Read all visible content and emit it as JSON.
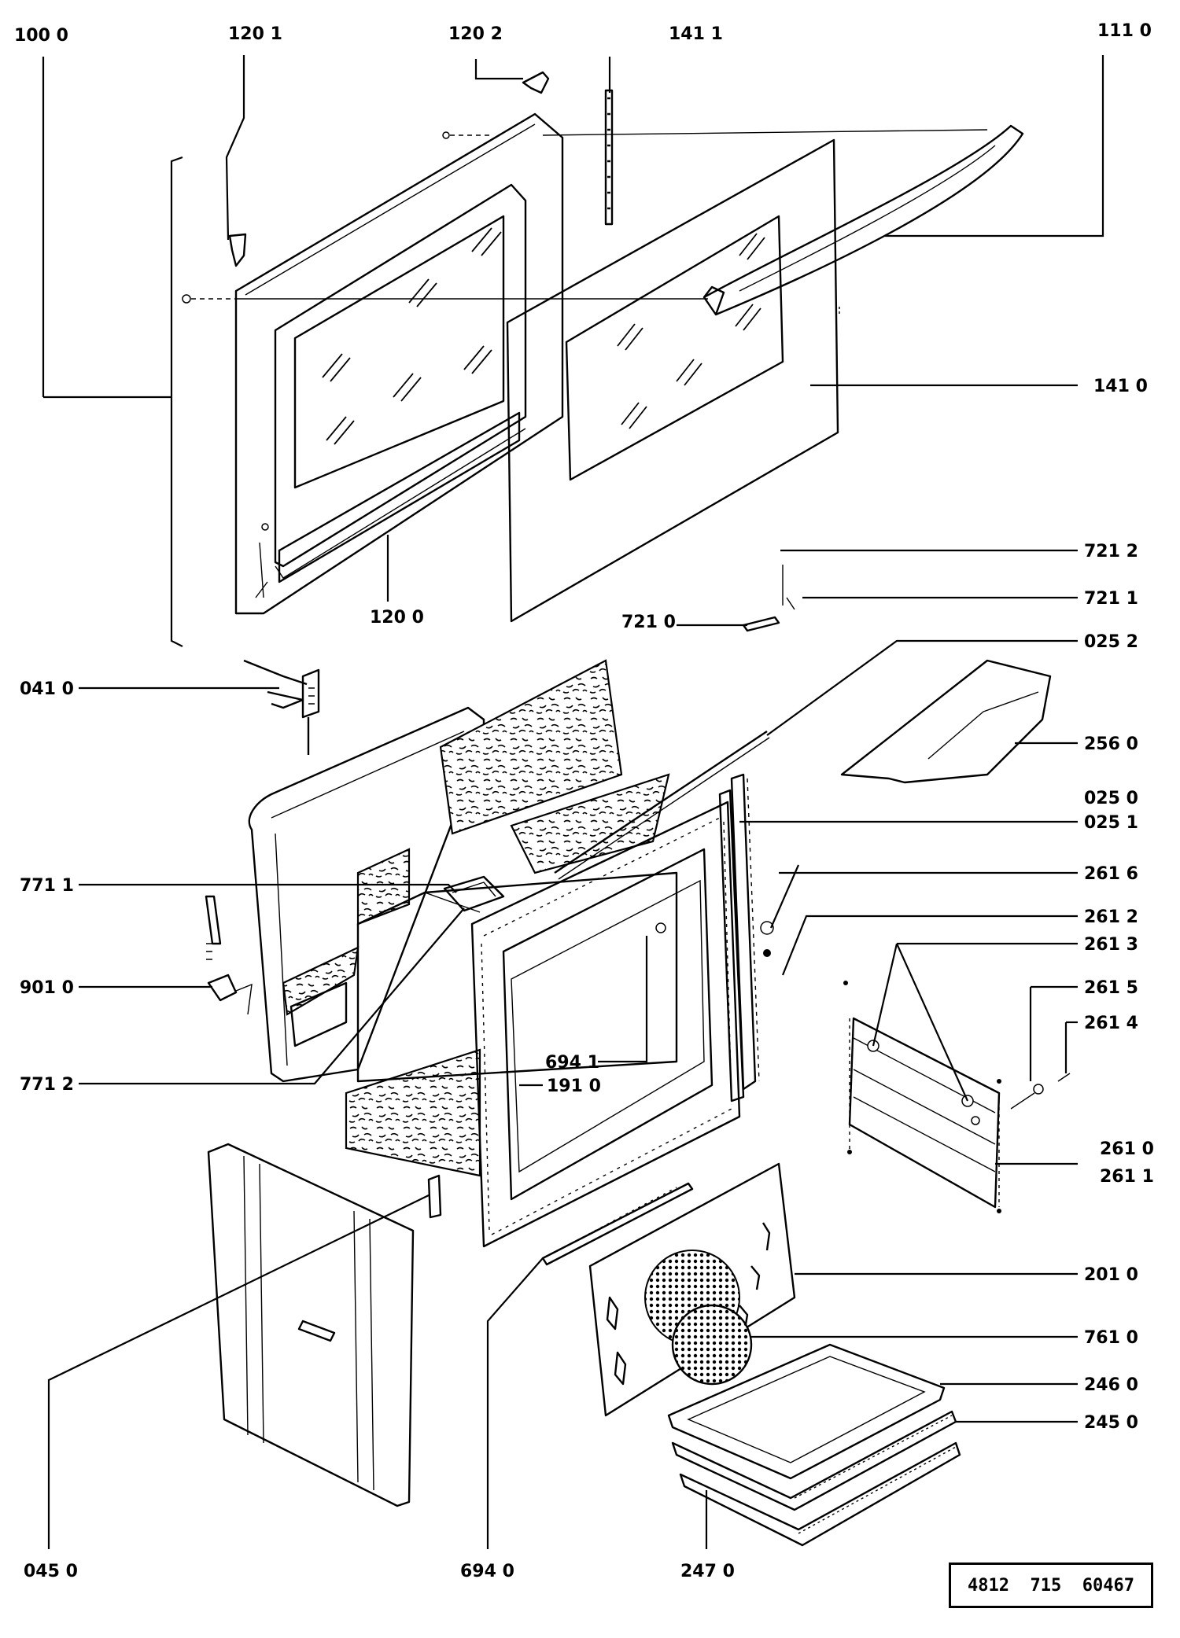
{
  "document_number": "4812  715  60467",
  "labels": {
    "p1000": "100 0",
    "p1201": "120 1",
    "p1202": "120 2",
    "p1411": "141 1",
    "p1110": "111 0",
    "p1410": "141 0",
    "p1200": "120 0",
    "p7212": "721 2",
    "p7211": "721 1",
    "p7210": "721 0",
    "p0252": "025 2",
    "p0410": "041 0",
    "p2560": "256 0",
    "p0250": "025 0",
    "p0251": "025 1",
    "p7711": "771 1",
    "p2616": "261 6",
    "p2612": "261 2",
    "p2613": "261 3",
    "p9010": "901 0",
    "p2615": "261 5",
    "p2614": "261 4",
    "p6941": "694 1",
    "p7712": "771 2",
    "p1910": "191 0",
    "p2610": "261 0",
    "p2611": "261 1",
    "p2010": "201 0",
    "p7610": "761 0",
    "p2460": "246 0",
    "p2450": "245 0",
    "p0450": "045 0",
    "p6940": "694 0",
    "p2470": "247 0"
  }
}
